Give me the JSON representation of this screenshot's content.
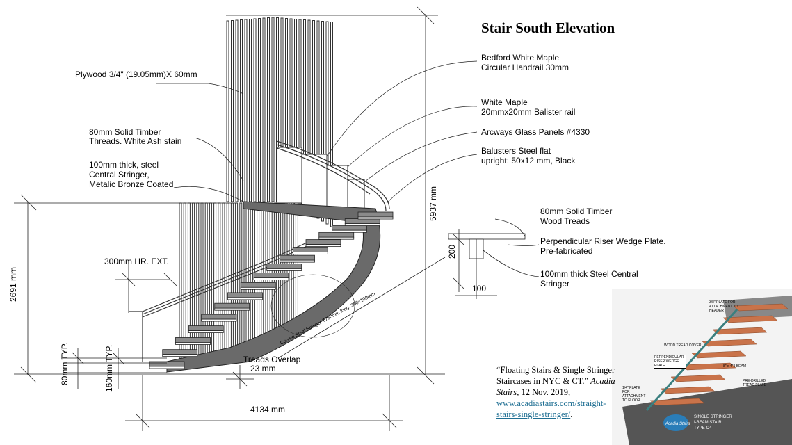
{
  "title": "Stair South Elevation",
  "labels": {
    "plywood": "Plywood 3/4\" (19.05mm)X 60mm",
    "treads_1": "80mm Solid Timber",
    "treads_2": "Threads. White Ash stain",
    "stringer_1": "100mm thick, steel",
    "stringer_2": "Central Stringer,",
    "stringer_3": "Metalic Bronze Coated",
    "handrail_1": "Bedford White Maple",
    "handrail_2": "Circular Handrail 30mm",
    "maple_1": "White Maple",
    "maple_2": "20mmx20mm Balister rail",
    "glass": "Arcways Glass Panels #4330",
    "balusters_1": "Balusters Steel flat",
    "balusters_2": "upright: 50x12 mm, Black",
    "det_treads_1": "80mm Solid Timber",
    "det_treads_2": "Wood Treads",
    "det_riser_1": "Perpendicular Riser Wedge Plate.",
    "det_riser_2": "Pre-fabricated",
    "det_stringer_1": "100mm thick Steel Central",
    "det_stringer_2": "Stringer",
    "hr_ext": "300mm HR. EXT.",
    "overlap_1": "Treads Overlap",
    "overlap_2": "23 mm",
    "curved": "Curved Steel Stringer 7730mm long, 300x100mm"
  },
  "dimensions": {
    "height_total": "5937 mm",
    "height_lower": "2691 mm",
    "width": "4134 mm",
    "typ_80": "80mm TYP.",
    "typ_160": "160mm TYP.",
    "det_200": "200",
    "det_100": "100"
  },
  "citation": {
    "quote": "“Floating Stairs & Single Stringer Staircases in NYC & CT.”",
    "source": "Acadia Stairs",
    "date": ", 12 Nov. 2019,",
    "url": "www.acadiastairs.com/straight-stairs-single-stringer/",
    "end": "."
  },
  "photo": {
    "plate_top": "3/8\" PLATE FOR ATTACHMENT TO HEADER",
    "wood_cover": "WOOD TREAD COVER",
    "riser_plate": "PERPENDICULAR RISER WEDGE PLATE",
    "ibeam": "8\" x 4\" I-BEAM",
    "plate_floor": "1/4\" PLATE FOR ATTACHMENT TO FLOOR",
    "predrilled": "PRE-DRILLED TREAD PLATE",
    "caption_1": "SINGLE STRINGER",
    "caption_2": "I-BEAM STAIR",
    "caption_3": "TYPE-C4",
    "logo": "Acadia Stairs"
  }
}
